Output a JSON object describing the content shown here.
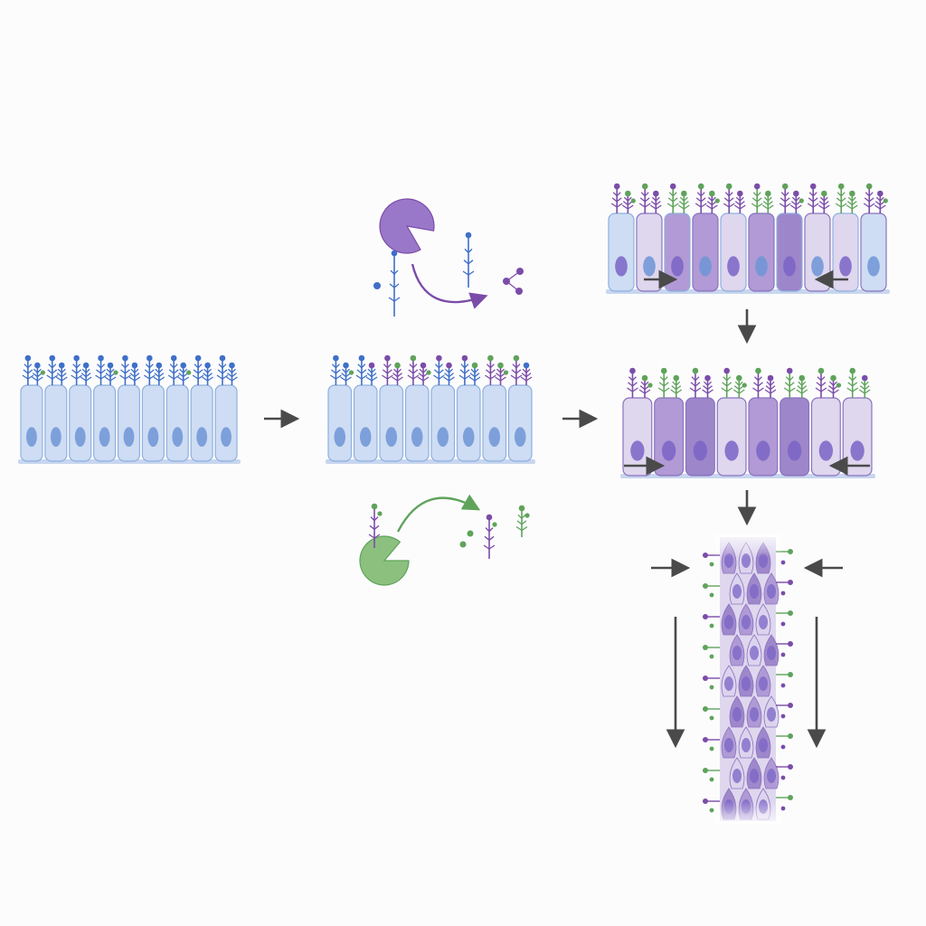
{
  "colors": {
    "background": "#fcfcfd",
    "cell_blue": "#c9d9f2",
    "cell_blue_stroke": "#8fb0df",
    "nucleus_blue": "#6f95d6",
    "cell_lavender": "#dcd3ec",
    "cell_purple": "#a88fd0",
    "cell_purple_dark": "#9479c4",
    "cell_stroke_purple": "#8a73bf",
    "nucleus_purple": "#7a64c6",
    "glycan_blue": "#3f6fc8",
    "glycan_purple": "#7b4ca8",
    "glycan_green": "#5fa35a",
    "enzyme_purple": "#9a78c9",
    "enzyme_green": "#8cc07e",
    "arrow_gray": "#4a4a4a",
    "basement": "#c8d6ee"
  },
  "panels": [
    {
      "id": "panel-1",
      "cells": 9,
      "glycan_palette": [
        "blue"
      ]
    },
    {
      "id": "panel-2",
      "cells": 8,
      "glycan_palette": [
        "blue",
        "purple",
        "green"
      ]
    },
    {
      "id": "panel-3",
      "cells": 10,
      "glycan_palette": [
        "purple",
        "green"
      ]
    },
    {
      "id": "panel-4",
      "cells": 8,
      "glycan_palette": [
        "purple",
        "green"
      ]
    },
    {
      "id": "panel-5",
      "orientation": "vertical",
      "glycan_palette": [
        "purple",
        "green"
      ]
    }
  ],
  "enzymes": [
    {
      "id": "sialidase-enzyme",
      "color": "purple",
      "icon": "pacman-enzyme-icon"
    },
    {
      "id": "fucosidase-enzyme",
      "color": "green",
      "icon": "pacman-enzyme-icon"
    }
  ],
  "arrows": [
    "step-arrow-1",
    "step-arrow-2",
    "step-arrow-3",
    "step-arrow-4",
    "compression-arrows",
    "elongation-arrows"
  ]
}
